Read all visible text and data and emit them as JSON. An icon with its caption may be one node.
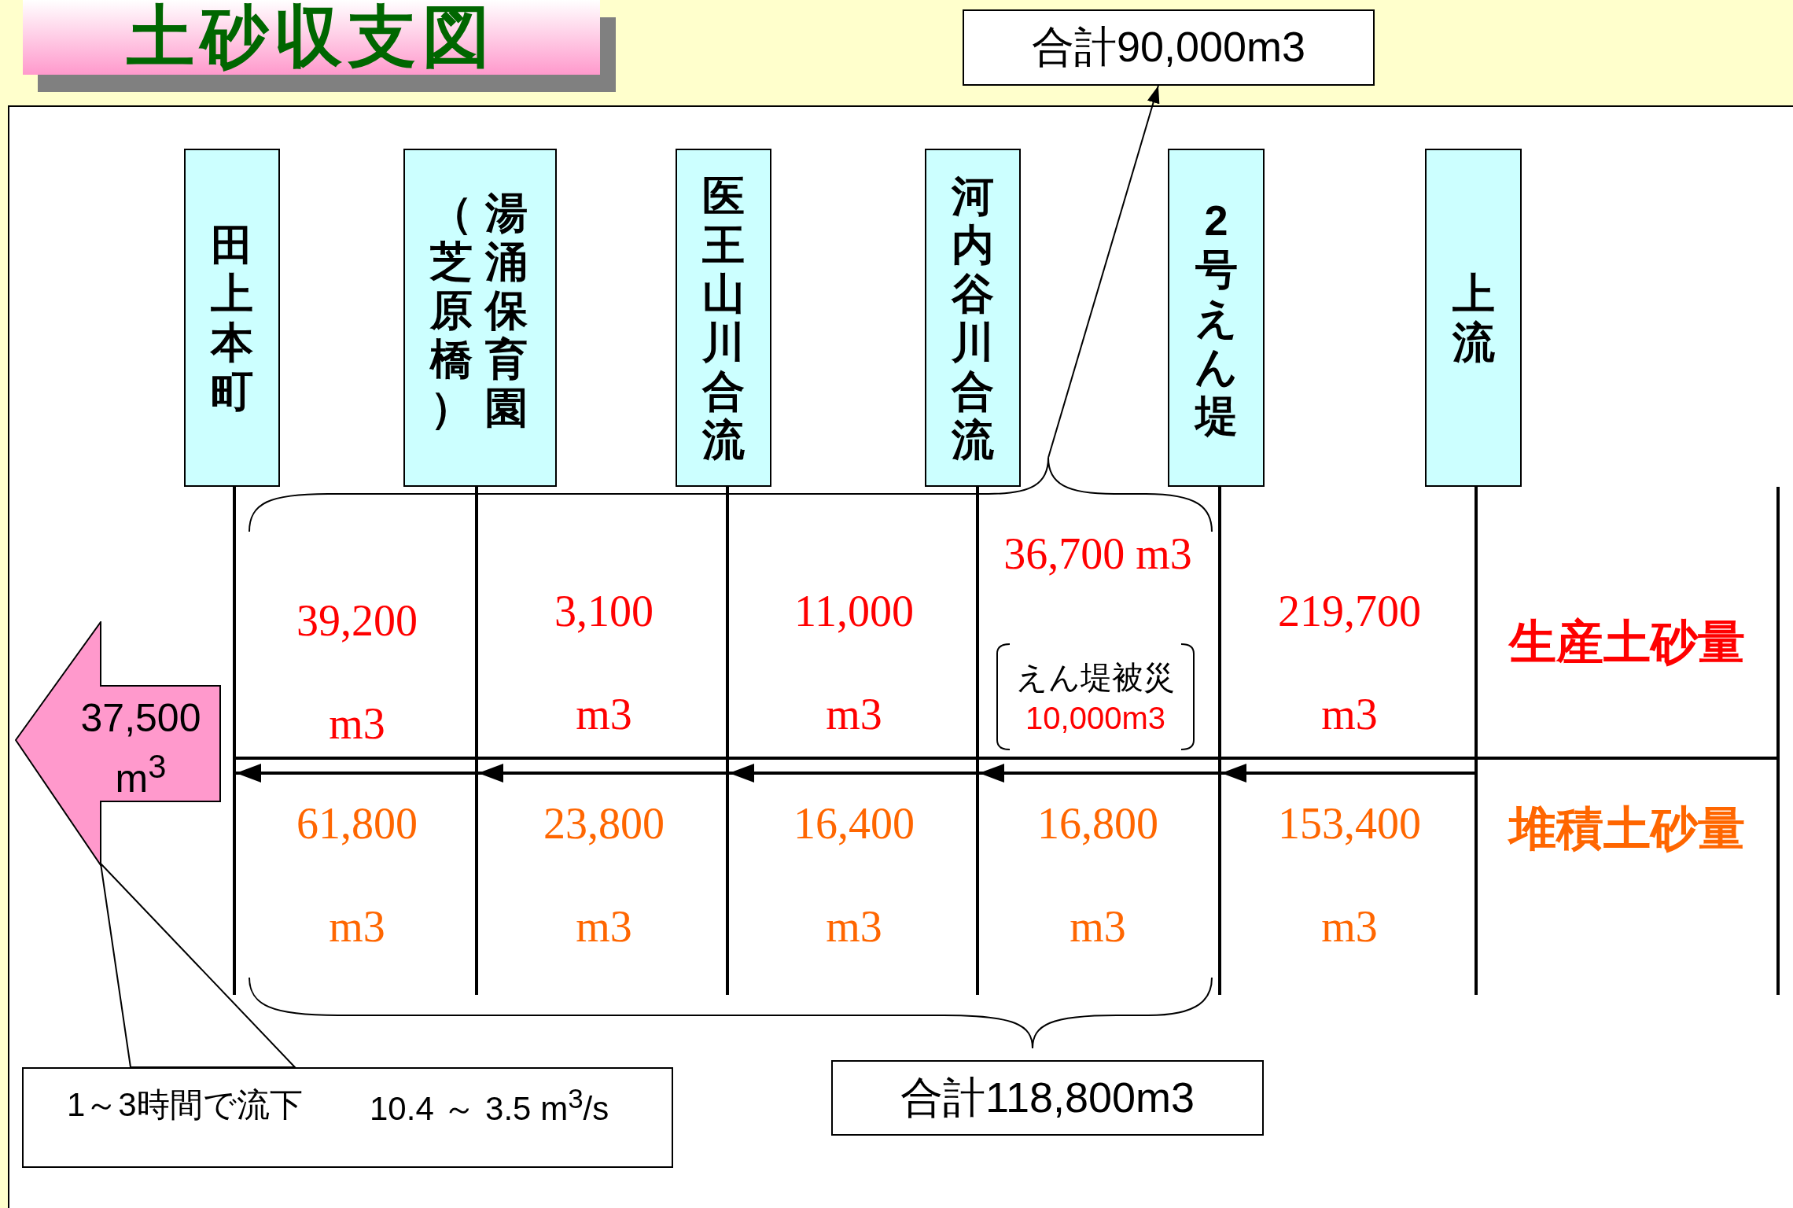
{
  "diagram": {
    "title": "土砂収支図",
    "nodes": [
      {
        "text": [
          "合計90,000m3"
        ]
      },
      {
        "text": [
          "田上本町"
        ]
      },
      {
        "text": [
          "湯涌保育園（芝原橋）"
        ]
      },
      {
        "text": [
          "医王山川合流"
        ]
      },
      {
        "text": [
          "河内谷川合流"
        ]
      },
      {
        "text": [
          "2号えん堤"
        ]
      },
      {
        "text": [
          "上流"
        ]
      },
      {
        "text": [],
        "shape": "bar"
      },
      {
        "text": [],
        "shape": "bar"
      },
      {
        "text": [],
        "shape": "bar"
      },
      {
        "text": [],
        "shape": "bar"
      },
      {
        "text": [],
        "shape": "bar"
      },
      {
        "text": [],
        "shape": "bar"
      },
      {
        "text": [],
        "shape": "brace"
      },
      {
        "text": [
          "えん堤被災",
          "10,000m3"
        ]
      },
      {
        "text": [
          "37,500 m$^{3}$"
        ]
      },
      {
        "text": [
          "1～3時間で流下",
          "10.4 ～ 3.5 m$^{3}$/s"
        ]
      },
      {
        "text": [
          "合計118,800m3"
        ]
      }
    ],
    "edges": [
      {
        "from": 13,
        "to": 0,
        "arrow": "to"
      },
      {
        "from": 12,
        "to": 11,
        "arrow": "to"
      },
      {
        "from": 11,
        "to": 10,
        "arrow": "to"
      },
      {
        "from": 10,
        "to": 9,
        "arrow": "to"
      },
      {
        "from": 9,
        "to": 8,
        "arrow": "to"
      },
      {
        "from": 8,
        "to": 7,
        "arrow": "to"
      },
      {
        "from": 16,
        "to": 15,
        "arrow": "none"
      }
    ],
    "labels": [
      "39,200 m3",
      "3,100 m3",
      "11,000 m3",
      "36,700 m3",
      "219,700 m3",
      "生産土砂量",
      "61,800 m3",
      "23,800 m3",
      "16,400 m3",
      "16,800 m3",
      "153,400 m3",
      "堆積土砂量"
    ]
  }
}
